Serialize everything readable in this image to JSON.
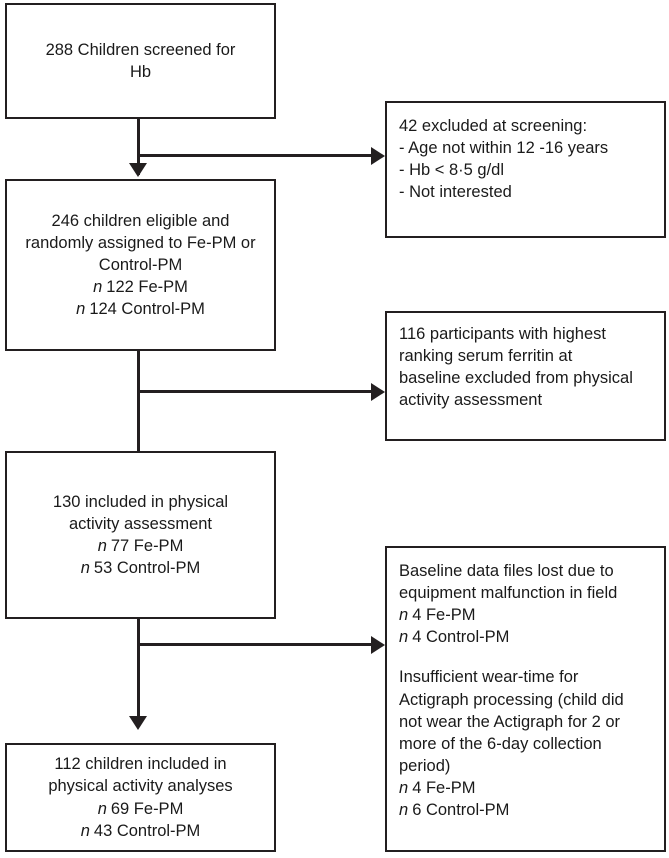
{
  "diagram": {
    "title": "CONSORT participant flow diagram",
    "colors": {
      "stroke": "#231f20",
      "background": "#ffffff",
      "text": "#1a1a1a"
    },
    "main_boxes": [
      {
        "id": "screened",
        "lines": [
          {
            "text": "288 Children screened for"
          },
          {
            "text": "Hb"
          }
        ]
      },
      {
        "id": "randomised",
        "lines": [
          {
            "text": "246 children eligible and"
          },
          {
            "text": "randomly assigned to Fe-PM or"
          },
          {
            "text": "Control-PM"
          },
          {
            "text": "122 Fe-PM",
            "italic_n": true
          },
          {
            "text": "124 Control-PM",
            "italic_n": true
          }
        ]
      },
      {
        "id": "included-assessment",
        "lines": [
          {
            "text": "130 included in physical"
          },
          {
            "text": "activity assessment"
          },
          {
            "text": "77 Fe-PM",
            "italic_n": true
          },
          {
            "text": "53 Control-PM",
            "italic_n": true
          }
        ]
      },
      {
        "id": "included-analyses",
        "lines": [
          {
            "text": "112 children included in"
          },
          {
            "text": "physical activity analyses"
          },
          {
            "text": "69 Fe-PM",
            "italic_n": true
          },
          {
            "text": "43 Control-PM",
            "italic_n": true
          }
        ]
      }
    ],
    "side_boxes": [
      {
        "id": "excluded-screening",
        "lines": [
          {
            "text": "42 excluded at screening:"
          },
          {
            "text": "- Age not within 12 -16 years"
          },
          {
            "text": "- Hb < 8·5 g/dl"
          },
          {
            "text": "- Not interested"
          }
        ]
      },
      {
        "id": "excluded-ferritin",
        "lines": [
          {
            "text": "116 participants with highest"
          },
          {
            "text": "ranking serum ferritin at"
          },
          {
            "text": "baseline excluded from physical"
          },
          {
            "text": "activity assessment"
          }
        ]
      },
      {
        "id": "excluded-data-loss",
        "lines": [
          {
            "text": "Baseline data files lost due to"
          },
          {
            "text": "equipment malfunction in field"
          },
          {
            "text": "4 Fe-PM",
            "italic_n": true
          },
          {
            "text": "4 Control-PM",
            "italic_n": true
          },
          {
            "text": "",
            "spacer": true
          },
          {
            "text": "Insufficient wear-time for"
          },
          {
            "text": "Actigraph processing (child did"
          },
          {
            "text": "not wear the Actigraph for 2 or"
          },
          {
            "text": "more of the 6-day collection"
          },
          {
            "text": "period)"
          },
          {
            "text": "4 Fe-PM",
            "italic_n": true
          },
          {
            "text": "6 Control-PM",
            "italic_n": true
          }
        ]
      }
    ]
  }
}
